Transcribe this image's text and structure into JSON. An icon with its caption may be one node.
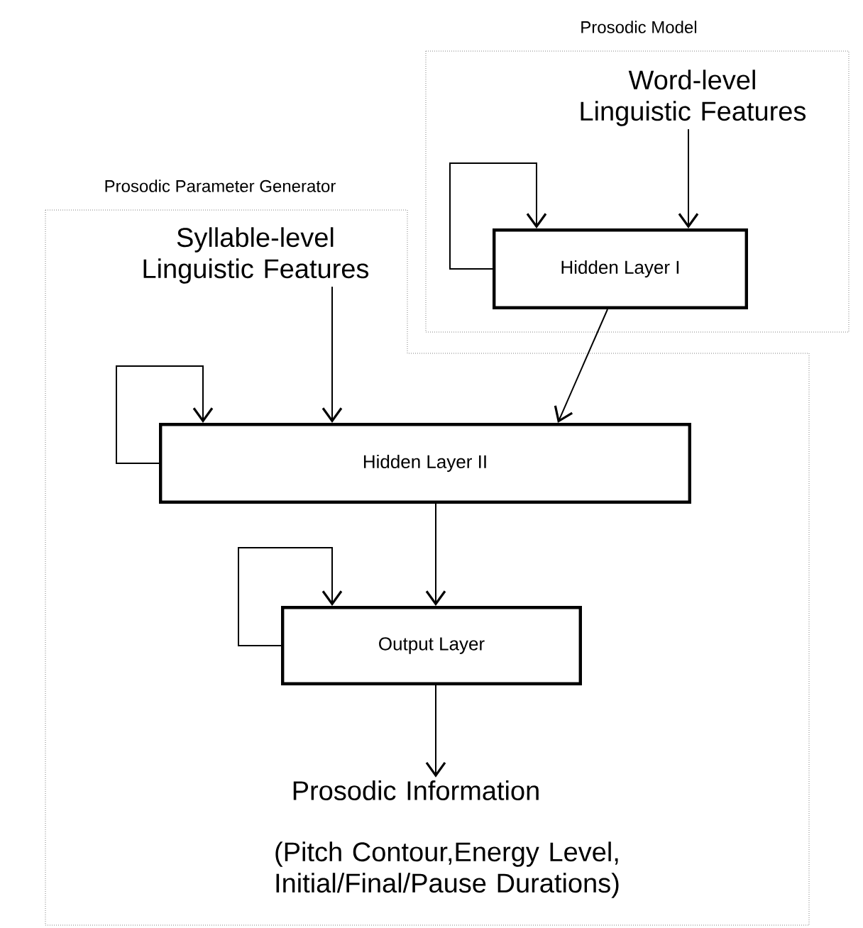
{
  "diagram": {
    "nodes": [
      {
        "text": [
          "Prosodic Model"
        ]
      },
      {
        "text": [
          "Prosodic  Parameter Generator"
        ]
      },
      {
        "text": [
          "Word-level Linguistic Features"
        ],
        "in": 0
      },
      {
        "text": [
          "Hidden Layer I"
        ],
        "in": 0
      },
      {
        "text": [
          "Syllable-level Linguistic Features"
        ],
        "in": 1
      },
      {
        "text": [
          "Hidden Layer II"
        ],
        "in": 1
      },
      {
        "text": [
          "Output Layer"
        ],
        "in": 1
      },
      {
        "text": [
          "Prosodic Information"
        ],
        "beside": [
          "(Pitch Contour,Energy Level, Initial/Final/Pause Durations)"
        ],
        "in": 1
      }
    ],
    "edges": [
      {
        "from": 3,
        "to": 3,
        "arrow": "to"
      },
      {
        "from": 2,
        "to": 3,
        "arrow": "to"
      },
      {
        "from": 4,
        "to": 5,
        "arrow": "to"
      },
      {
        "from": 3,
        "to": 5,
        "arrow": "to"
      },
      {
        "from": 5,
        "to": 5,
        "arrow": "to"
      },
      {
        "from": 5,
        "to": 6,
        "arrow": "to"
      },
      {
        "from": 6,
        "to": 6,
        "arrow": "to"
      },
      {
        "from": 6,
        "to": 7,
        "arrow": "to"
      }
    ]
  }
}
